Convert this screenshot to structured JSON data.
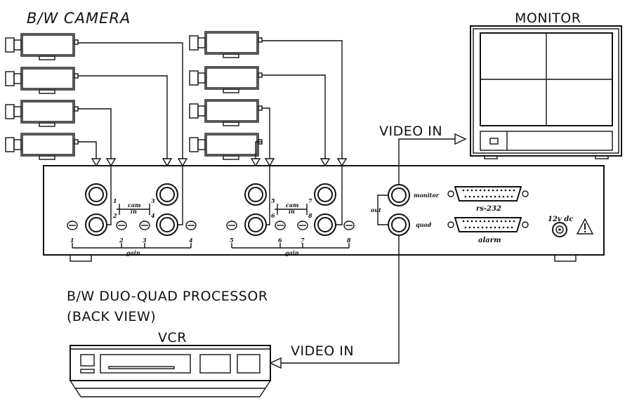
{
  "labels": {
    "camera_title": "B/W CAMERA",
    "monitor_title": "MONITOR",
    "video_in_monitor": "VIDEO IN",
    "video_in_vcr": "VIDEO IN",
    "processor_title": "B/W DUO-QUAD PROCESSOR",
    "processor_subtitle": "(BACK VIEW)",
    "vcr_title": "VCR"
  },
  "panel": {
    "cam_in_label_a": "cam",
    "cam_in_label_b": "in",
    "gain_label": "gain",
    "out_label": "out",
    "monitor_port": "monitor",
    "quad_port": "quad",
    "rs232_label": "rs-232",
    "alarm_label": "alarm",
    "power_label": "12v dc",
    "cam_numbers": [
      "1",
      "2",
      "3",
      "4",
      "5",
      "6",
      "7",
      "8"
    ],
    "gain_numbers": [
      "1",
      "2",
      "3",
      "4",
      "5",
      "6",
      "7",
      "8"
    ]
  },
  "icons": {
    "warning": "warning-triangle-icon"
  }
}
